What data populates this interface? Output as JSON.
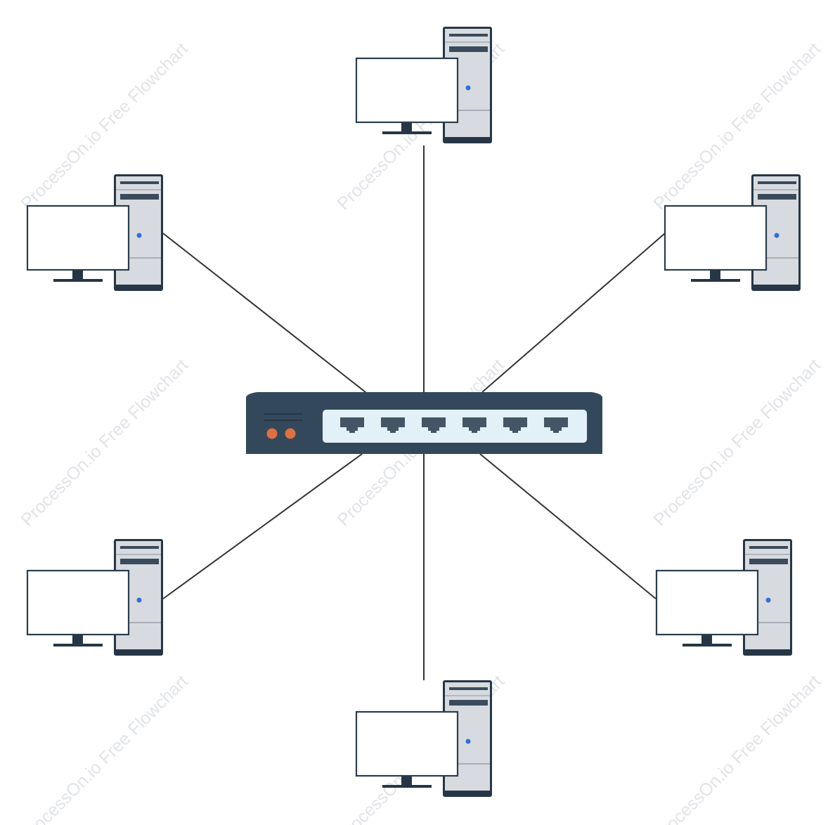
{
  "watermark": {
    "text": "ProcessOn.io Free Flowchart"
  },
  "colors": {
    "line": "#333333",
    "tower_fill": "#d7dbe0",
    "tower_dark": "#263646",
    "tower_slot": "#3b4b5c",
    "power_led": "#2f6fd6",
    "monitor_stroke": "#2b3c4d",
    "switch_body": "#34485c",
    "switch_panel": "#e2f0f8",
    "port": "#445566",
    "switch_led": "#e07040"
  },
  "icons": {
    "computer": "desktop-computer-icon",
    "switch": "network-switch-icon"
  },
  "diagram": {
    "hub": {
      "name": "network-switch",
      "ports": 6,
      "indicator_leds": 2
    },
    "nodes": [
      {
        "name": "computer-top"
      },
      {
        "name": "computer-upper-left"
      },
      {
        "name": "computer-upper-right"
      },
      {
        "name": "computer-lower-left"
      },
      {
        "name": "computer-lower-right"
      },
      {
        "name": "computer-bottom"
      }
    ],
    "topology": "star"
  }
}
